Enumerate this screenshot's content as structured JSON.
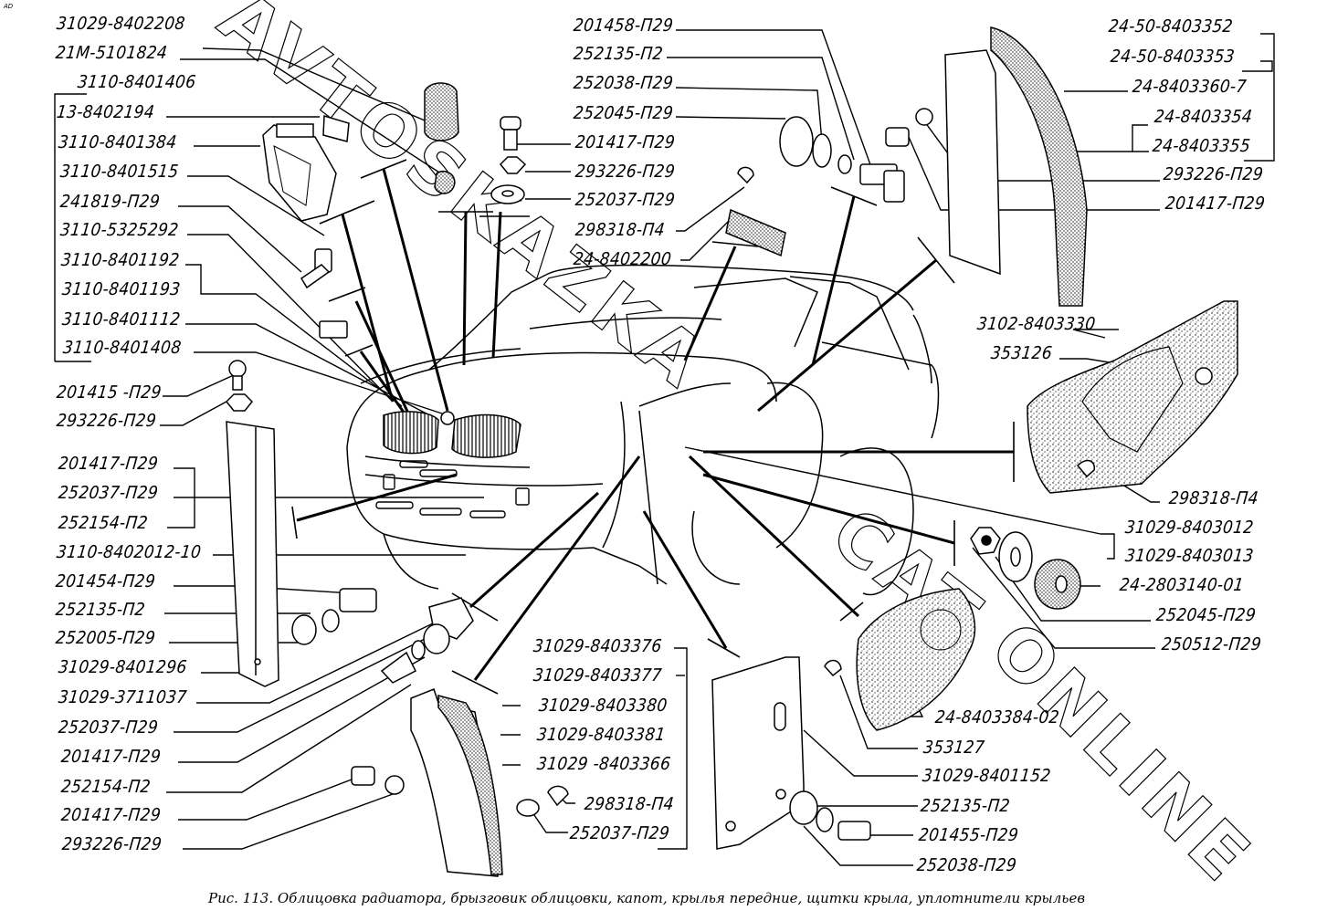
{
  "corner_mark": "AD",
  "caption": "Рис. 113. Облицовка радиатора, брызговик облицовки, капот, крылья передние, щитки крыла, уплотнители крыльев",
  "watermark": {
    "text_line1": "AVTOSKAZKA",
    "text_line2": "CAT",
    "text_line3": "ONLINE"
  },
  "labels_left": [
    {
      "id": "l1",
      "text": "31029-8402208"
    },
    {
      "id": "l2",
      "text": "21М-5101824"
    },
    {
      "id": "l3",
      "text": "3110-8401406"
    },
    {
      "id": "l4",
      "text": "13-8402194"
    },
    {
      "id": "l5",
      "text": "3110-8401384"
    },
    {
      "id": "l6",
      "text": "3110-8401515"
    },
    {
      "id": "l7",
      "text": "241819-П29"
    },
    {
      "id": "l8",
      "text": "3110-5325292"
    },
    {
      "id": "l9",
      "text": "3110-8401192"
    },
    {
      "id": "l10",
      "text": "3110-8401193"
    },
    {
      "id": "l11",
      "text": "3110-8401112"
    },
    {
      "id": "l12",
      "text": "3110-8401408"
    },
    {
      "id": "l13",
      "text": "201415 -П29"
    },
    {
      "id": "l14",
      "text": "293226-П29"
    },
    {
      "id": "l15",
      "text": "201417-П29"
    },
    {
      "id": "l16",
      "text": "252037-П29"
    },
    {
      "id": "l17",
      "text": "252154-П2"
    },
    {
      "id": "l18",
      "text": "3110-8402012-10"
    },
    {
      "id": "l19",
      "text": "201454-П29"
    },
    {
      "id": "l20",
      "text": "252135-П2"
    },
    {
      "id": "l21",
      "text": "252005-П29"
    },
    {
      "id": "l22",
      "text": "31029-8401296"
    },
    {
      "id": "l23",
      "text": "31029-3711037"
    },
    {
      "id": "l24",
      "text": "252037-П29"
    },
    {
      "id": "l25",
      "text": "201417-П29"
    },
    {
      "id": "l26",
      "text": "252154-П2"
    },
    {
      "id": "l27",
      "text": "201417-П29"
    },
    {
      "id": "l28",
      "text": "293226-П29"
    }
  ],
  "labels_top_center": [
    {
      "id": "c1",
      "text": "201458-П29"
    },
    {
      "id": "c2",
      "text": "252135-П2"
    },
    {
      "id": "c3",
      "text": "252038-П29"
    },
    {
      "id": "c4",
      "text": "252045-П29"
    },
    {
      "id": "c5",
      "text": "201417-П29"
    },
    {
      "id": "c6",
      "text": "293226-П29"
    },
    {
      "id": "c7",
      "text": "252037-П29"
    },
    {
      "id": "c8",
      "text": "298318-П4"
    },
    {
      "id": "c9",
      "text": "24-8402200"
    }
  ],
  "labels_right": [
    {
      "id": "r1",
      "text": "24-50-8403352"
    },
    {
      "id": "r2",
      "text": "24-50-8403353"
    },
    {
      "id": "r3",
      "text": "24-8403360-7"
    },
    {
      "id": "r4",
      "text": "24-8403354"
    },
    {
      "id": "r5",
      "text": "24-8403355"
    },
    {
      "id": "r6",
      "text": "293226-П29"
    },
    {
      "id": "r7",
      "text": "201417-П29"
    },
    {
      "id": "r8",
      "text": "3102-8403330"
    },
    {
      "id": "r9",
      "text": "353126"
    },
    {
      "id": "r10",
      "text": "298318-П4"
    },
    {
      "id": "r11",
      "text": "31029-8403012"
    },
    {
      "id": "r12",
      "text": "31029-8403013"
    },
    {
      "id": "r13",
      "text": "24-2803140-01"
    },
    {
      "id": "r14",
      "text": "252045-П29"
    },
    {
      "id": "r15",
      "text": "250512-П29"
    },
    {
      "id": "r16",
      "text": "24-8403384-02"
    },
    {
      "id": "r17",
      "text": "353127"
    },
    {
      "id": "r18",
      "text": "31029-8401152"
    },
    {
      "id": "r19",
      "text": "252135-П2"
    },
    {
      "id": "r20",
      "text": "201455-П29"
    },
    {
      "id": "r21",
      "text": "252038-П29"
    }
  ],
  "labels_bottom_center": [
    {
      "id": "b1",
      "text": "31029-8403376"
    },
    {
      "id": "b2",
      "text": "31029-8403377"
    },
    {
      "id": "b3",
      "text": "31029-8403380"
    },
    {
      "id": "b4",
      "text": "31029-8403381"
    },
    {
      "id": "b5",
      "text": "31029 -8403366"
    },
    {
      "id": "b6",
      "text": "298318-П4"
    },
    {
      "id": "b7",
      "text": "252037-П29"
    }
  ]
}
